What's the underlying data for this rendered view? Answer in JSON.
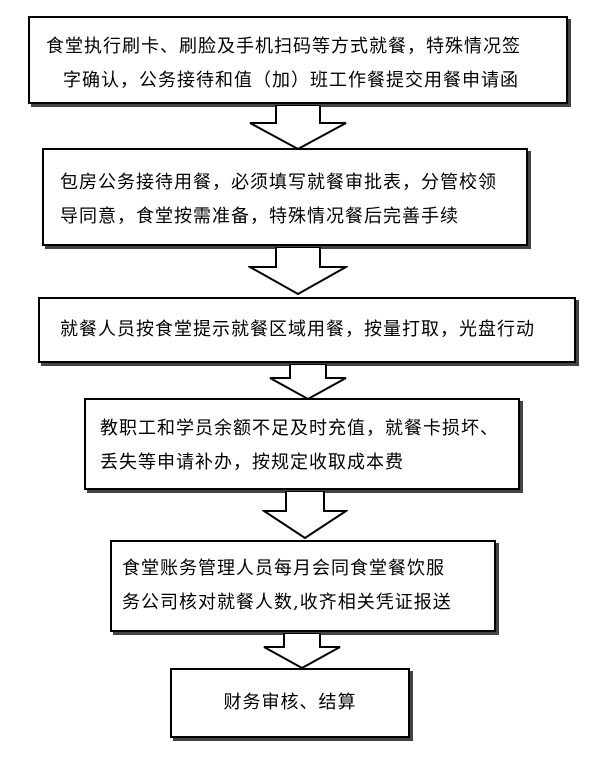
{
  "steps": [
    {
      "lines": [
        "食堂执行刷卡、刷脸及手机扫码等方式就餐，特殊情况签",
        "字确认，公务接待和值（加）班工作餐提交用餐申请函"
      ]
    },
    {
      "lines": [
        "包房公务接待用餐，必须填写就餐审批表，分管校领",
        "导同意，食堂按需准备，特殊情况餐后完善手续"
      ]
    },
    {
      "lines": [
        "就餐人员按食堂提示就餐区域用餐，按量打取，光盘行动"
      ]
    },
    {
      "lines": [
        "教职工和学员余额不足及时充值，就餐卡损坏、",
        "丢失等申请补办，按规定收取成本费"
      ]
    },
    {
      "lines": [
        "食堂账务管理人员每月会同食堂餐饮服",
        "务公司核对就餐人数,收齐相关凭证报送"
      ]
    },
    {
      "lines": [
        "财务审核、结算"
      ]
    }
  ]
}
